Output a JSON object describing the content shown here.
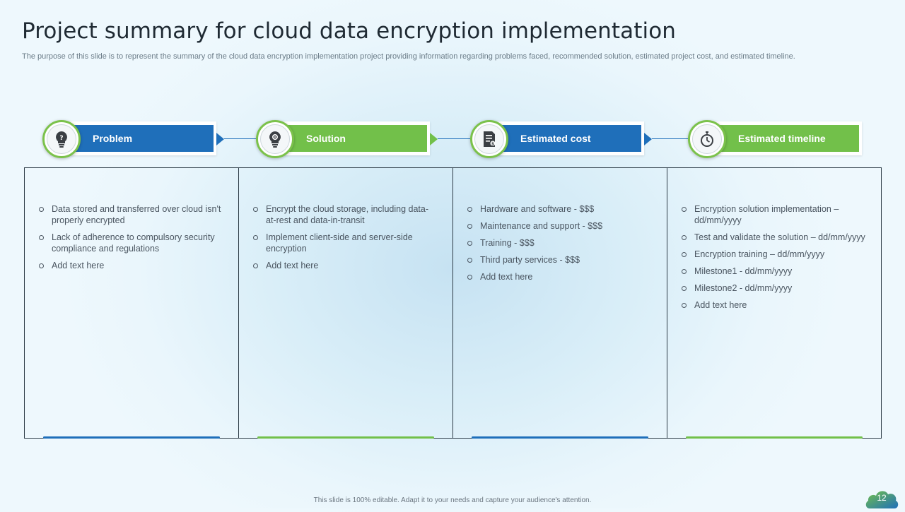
{
  "slide": {
    "title": "Project summary for cloud data encryption implementation",
    "subtitle": "The purpose of this slide is to represent the summary of the cloud data encryption implementation project providing information regarding problems faced, recommended solution, estimated project cost, and estimated timeline.",
    "footer": "This slide is 100% editable. Adapt it to your needs and capture your audience's attention.",
    "page_number": "12"
  },
  "colors": {
    "blue": "#1f6fba",
    "green": "#72c04a"
  },
  "columns": [
    {
      "header": "Problem",
      "icon": "lightbulb-question-icon",
      "items": [
        "Data stored and transferred over cloud isn't properly encrypted",
        "Lack of adherence to compulsory security compliance and regulations",
        "Add text here"
      ]
    },
    {
      "header": "Solution",
      "icon": "lightbulb-gear-icon",
      "items": [
        "Encrypt the cloud storage, including data-at-rest and data-in-transit",
        "Implement client-side and server-side encryption",
        "Add text here"
      ]
    },
    {
      "header": "Estimated cost",
      "icon": "invoice-icon",
      "items": [
        "Hardware and software - $$$",
        "Maintenance and support - $$$",
        "Training - $$$",
        "Third party services - $$$",
        "Add text here"
      ]
    },
    {
      "header": "Estimated timeline",
      "icon": "stopwatch-icon",
      "items": [
        "Encryption solution implementation – dd/mm/yyyy",
        "Test and validate the solution – dd/mm/yyyy",
        "Encryption training – dd/mm/yyyy",
        "Milestone1 - dd/mm/yyyy",
        "Milestone2 - dd/mm/yyyy",
        "Add text here"
      ]
    }
  ]
}
